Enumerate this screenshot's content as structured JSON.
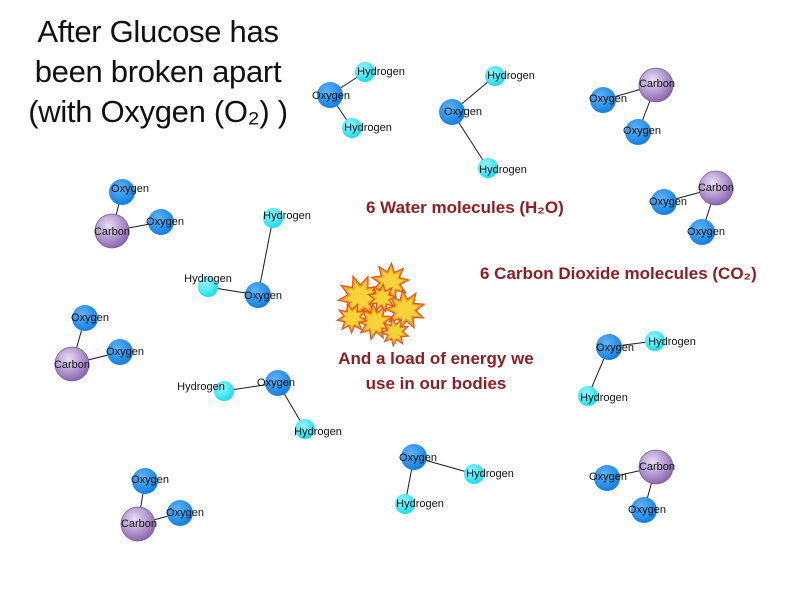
{
  "title": {
    "line1": "After Glucose has",
    "line2": "been broken apart",
    "line3": "(with Oxygen (O₂) )"
  },
  "captions": {
    "water": "6 Water molecules (H₂O)",
    "co2": "6 Carbon Dioxide molecules (CO₂)",
    "energy_line1": "And a load of energy we",
    "energy_line2": "use in our bodies"
  },
  "atom_labels": {
    "oxygen": "Oxygen",
    "hydrogen": "Hydrogen",
    "carbon": "Carbon"
  },
  "colors": {
    "oxygen": "#1e8ff0",
    "hydrogen": "#22e8f4",
    "carbon": "#a98ac8",
    "caption": "#8f1d24",
    "burst": "#f6d33a"
  },
  "icons": {
    "energy": "starburst-icon"
  },
  "molecules": {
    "water_count": 6,
    "carbon_dioxide_count": 6
  }
}
